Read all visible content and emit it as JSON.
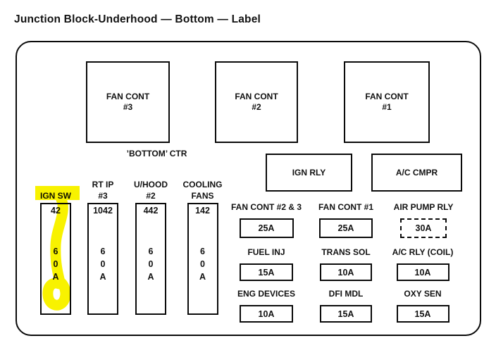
{
  "page_title": "Junction Block-Underhood — Bottom — Label",
  "highlight_color": "#f8f200",
  "diagram": {
    "bottom_ctr_label": "’BOTTOM’ CTR",
    "top_relays": [
      {
        "line1": "FAN CONT",
        "line2": "#3"
      },
      {
        "line1": "FAN CONT",
        "line2": "#2"
      },
      {
        "line1": "FAN CONT",
        "line2": "#1"
      }
    ],
    "mid_relays": [
      {
        "label": "IGN RLY"
      },
      {
        "label": "A/C CMPR"
      }
    ],
    "maxi_fuses": [
      {
        "label_line1": "IGN SW",
        "label_line2": "",
        "circuit": "42",
        "amp_chars": [
          "6",
          "0",
          "A"
        ],
        "highlighted": true
      },
      {
        "label_line1": "RT IP",
        "label_line2": "#3",
        "circuit": "1042",
        "amp_chars": [
          "6",
          "0",
          "A"
        ],
        "highlighted": false
      },
      {
        "label_line1": "U/HOOD",
        "label_line2": "#2",
        "circuit": "442",
        "amp_chars": [
          "6",
          "0",
          "A"
        ],
        "highlighted": false
      },
      {
        "label_line1": "COOLING",
        "label_line2": "FANS",
        "circuit": "142",
        "amp_chars": [
          "6",
          "0",
          "A"
        ],
        "highlighted": false
      }
    ],
    "mini_fuses": [
      {
        "label": "FAN CONT #2 & 3",
        "amps": "25A",
        "dashed": false
      },
      {
        "label": "FAN CONT #1",
        "amps": "25A",
        "dashed": false
      },
      {
        "label": "AIR PUMP RLY",
        "amps": "30A",
        "dashed": true
      },
      {
        "label": "FUEL INJ",
        "amps": "15A",
        "dashed": false
      },
      {
        "label": "TRANS SOL",
        "amps": "10A",
        "dashed": false
      },
      {
        "label": "A/C RLY (COIL)",
        "amps": "10A",
        "dashed": false
      },
      {
        "label": "ENG DEVICES",
        "amps": "10A",
        "dashed": false
      },
      {
        "label": "DFI MDL",
        "amps": "15A",
        "dashed": false
      },
      {
        "label": "OXY SEN",
        "amps": "15A",
        "dashed": false
      }
    ]
  }
}
